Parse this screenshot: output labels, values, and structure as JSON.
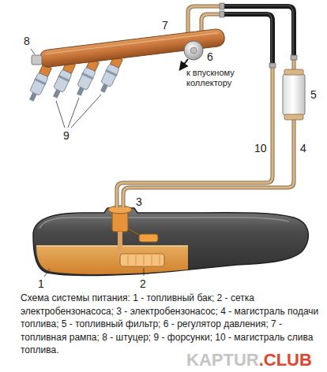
{
  "diagram": {
    "caption": "Схема системы питания: 1 - топливный бак; 2 - сетка электробензонасоса; 3 - электробензонасос; 4 - магистраль подачи топлива; 5 - топливный фильтр; 6 - регулятор давления; 7 - топливная рампа; 8 - штуцер; 9 - форсунки; 10 - магистраль слива топлива.",
    "labels": [
      "8",
      "7",
      "6",
      "к впускному коллектору",
      "9",
      "5",
      "10",
      "4",
      "3",
      "1",
      "2",
      "KAPTUR",
      ".CLUB"
    ]
  }
}
